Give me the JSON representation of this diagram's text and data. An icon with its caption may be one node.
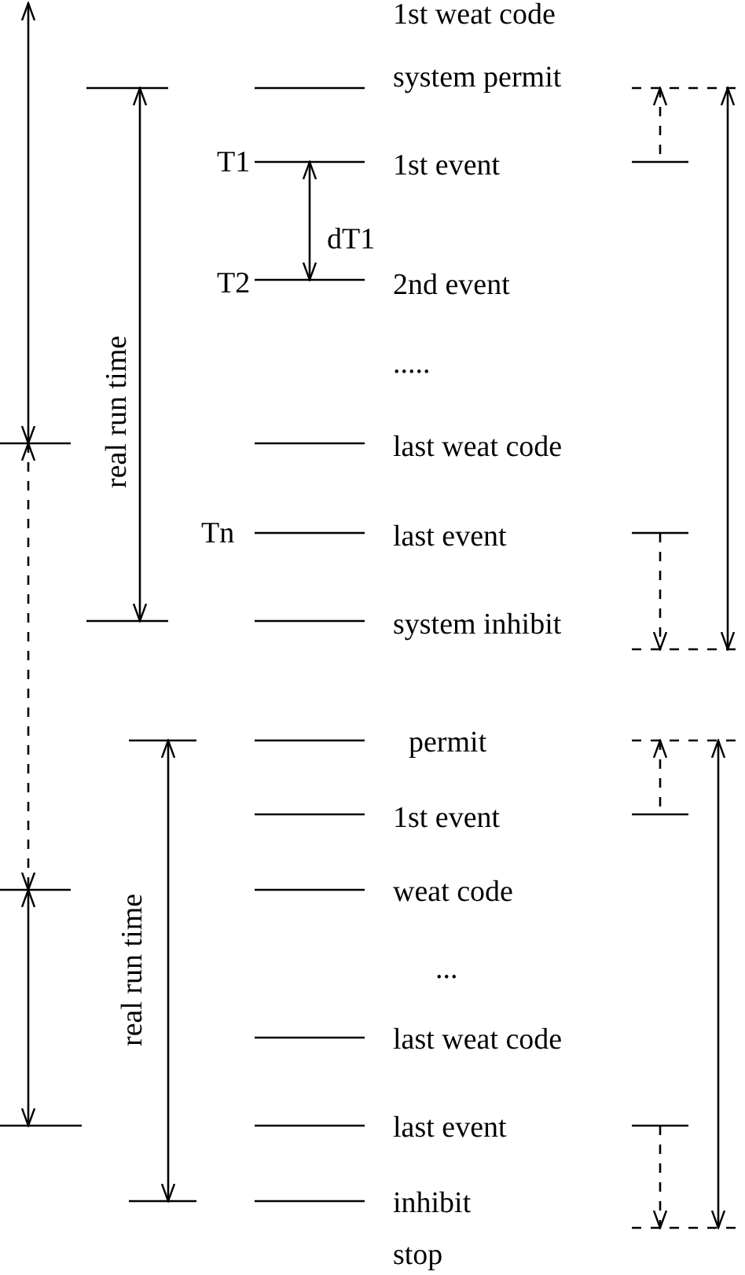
{
  "diagram": {
    "labels": [
      "1st weat code",
      "system permit",
      "T1",
      "1st event",
      "dT1",
      "T2",
      "2nd event",
      ".....",
      "last weat code",
      "real run time",
      "Tn",
      "last event",
      "system inhibit",
      "permit",
      "1st event",
      "weat code",
      "...",
      "last weat code",
      "real run time",
      "last event",
      "inhibit",
      "stop"
    ]
  }
}
